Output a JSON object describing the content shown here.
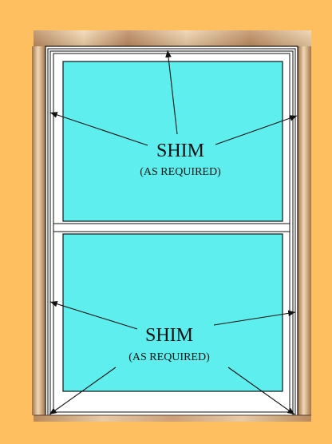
{
  "diagram": {
    "colors": {
      "background": "#fdbf5f",
      "glass": "#5eeeee",
      "wood_light": "#e6c7a0",
      "wood_dark": "#b58a5f",
      "frame_white": "#ffffff",
      "outline": "#111111"
    },
    "labels": {
      "top_shim": "SHIM",
      "top_note": "(AS REQUIRED)",
      "bottom_shim": "SHIM",
      "bottom_note": "(AS REQUIRED)"
    }
  }
}
